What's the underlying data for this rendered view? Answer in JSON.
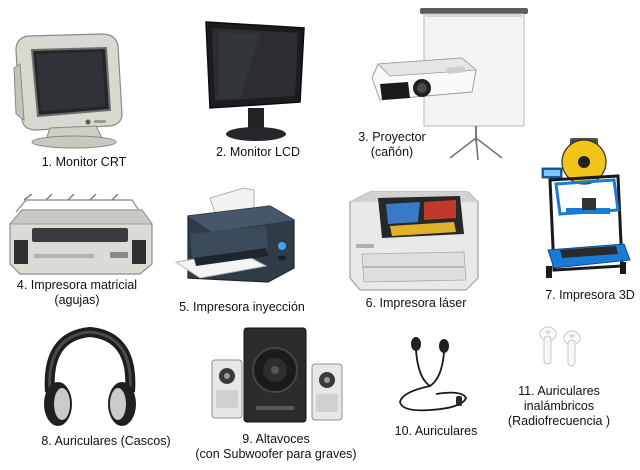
{
  "items": [
    {
      "icon": "crt-monitor-icon",
      "lines": [
        "1. Monitor CRT"
      ]
    },
    {
      "icon": "lcd-monitor-icon",
      "lines": [
        "2. Monitor LCD"
      ]
    },
    {
      "icon": "projector-icon",
      "lines": [
        "3. Proyector",
        "(cañón)"
      ]
    },
    {
      "icon": "dot-matrix-printer-icon",
      "lines": [
        "4. Impresora matricial",
        "(agujas)"
      ]
    },
    {
      "icon": "inkjet-printer-icon",
      "lines": [
        "5. Impresora inyección"
      ]
    },
    {
      "icon": "laser-printer-icon",
      "lines": [
        "6. Impresora láser"
      ]
    },
    {
      "icon": "3d-printer-icon",
      "lines": [
        "7. Impresora 3D"
      ]
    },
    {
      "icon": "headphones-icon",
      "lines": [
        "8. Auriculares (Cascos)"
      ]
    },
    {
      "icon": "speakers-subwoofer-icon",
      "lines": [
        "9. Altavoces",
        "(con Subwoofer para graves)"
      ]
    },
    {
      "icon": "earphones-icon",
      "lines": [
        "10. Auriculares"
      ]
    },
    {
      "icon": "wireless-earbuds-icon",
      "lines": [
        "11. Auriculares",
        "inalámbricos",
        "(Radiofrecuencia  )"
      ]
    }
  ]
}
